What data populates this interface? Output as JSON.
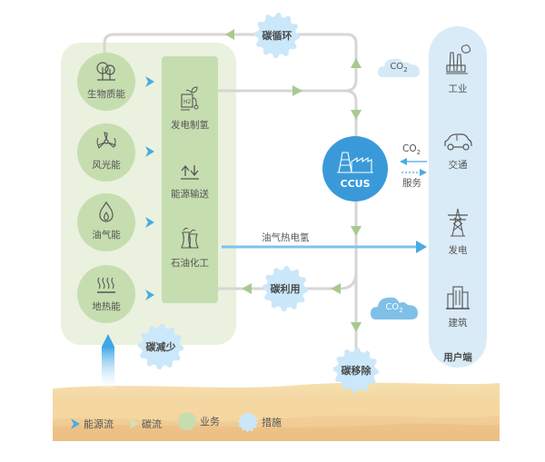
{
  "colors": {
    "panel_green": "#eaf1de",
    "circle_green": "#c6ddb0",
    "mid_green": "#c6ddb0",
    "user_blue": "#d9ebf7",
    "gear_blue": "#cbe7fa",
    "ccus_blue": "#3a9ad9",
    "energy_flow_blue": "#48abe2",
    "carbon_flow_green": "#a9c98f",
    "line_gray": "#d6d6d6",
    "cloud_light": "#d6e9f6",
    "cloud_dark": "#7fc0e8",
    "ground_sand": "#f2d49a"
  },
  "sources": [
    {
      "label": "生物质能",
      "icon": "trees-icon"
    },
    {
      "label": "风光能",
      "icon": "wind-turbine-icon"
    },
    {
      "label": "油气能",
      "icon": "flame-icon"
    },
    {
      "label": "地热能",
      "icon": "heat-waves-icon"
    }
  ],
  "business": [
    {
      "label": "发电制氢",
      "icon": "hydrogen-plant-icon"
    },
    {
      "label": "能源输送",
      "icon": "energy-transfer-icon"
    },
    {
      "label": "石油化工",
      "icon": "cooling-tower-icon"
    }
  ],
  "measures": {
    "cycle": "碳循环",
    "utilization": "碳利用",
    "reduction": "碳减少",
    "removal": "碳移除"
  },
  "ccus": {
    "label": "CCUS",
    "co2_label": "CO",
    "co2_sub": "2",
    "service_label": "服务"
  },
  "clouds": {
    "top": {
      "text": "CO",
      "sub": "2"
    },
    "bottom": {
      "text": "CO",
      "sub": "2"
    }
  },
  "energy_line_label": "油气热电氢",
  "users": {
    "title": "用户端",
    "items": [
      {
        "label": "工业",
        "icon": "factory-icon"
      },
      {
        "label": "交通",
        "icon": "car-icon"
      },
      {
        "label": "发电",
        "icon": "power-tower-icon"
      },
      {
        "label": "建筑",
        "icon": "building-icon"
      }
    ]
  },
  "legend": [
    {
      "label": "能源流",
      "icon": "energy-flow-arrow-icon"
    },
    {
      "label": "碳流",
      "icon": "carbon-flow-arrow-icon"
    },
    {
      "label": "业务",
      "icon": "business-circle-icon"
    },
    {
      "label": "措施",
      "icon": "measure-gear-icon"
    }
  ]
}
